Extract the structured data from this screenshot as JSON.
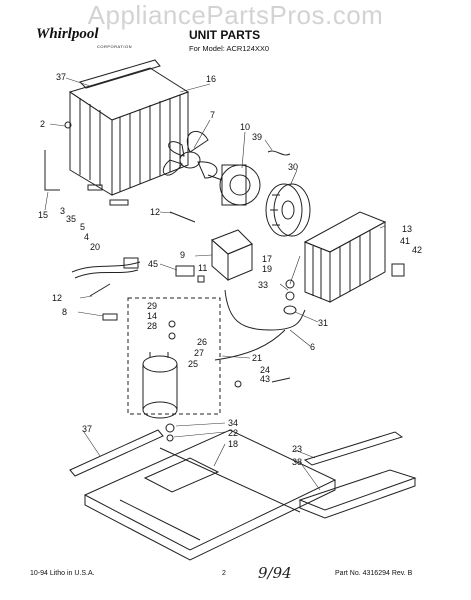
{
  "watermark": "AppliancePartsPros.com",
  "header": {
    "brand": "Whirlpool",
    "brand_sub": "CORPORATION",
    "title": "UNIT PARTS",
    "model": "For Model: ACR124XX0"
  },
  "footer": {
    "left": "10-94  Litho in U.S.A.",
    "page": "2",
    "handwritten": "9/94",
    "right": "Part No. 4316294 Rev. B"
  },
  "callouts": [
    "37",
    "16",
    "7",
    "2",
    "10",
    "39",
    "30",
    "15",
    "3",
    "35",
    "5",
    "4",
    "12",
    "13",
    "41",
    "42",
    "20",
    "9",
    "17",
    "19",
    "45",
    "11",
    "12",
    "8",
    "33",
    "29",
    "14",
    "28",
    "26",
    "27",
    "25",
    "31",
    "6",
    "21",
    "24",
    "43",
    "37",
    "34",
    "22",
    "18",
    "23",
    "38"
  ]
}
